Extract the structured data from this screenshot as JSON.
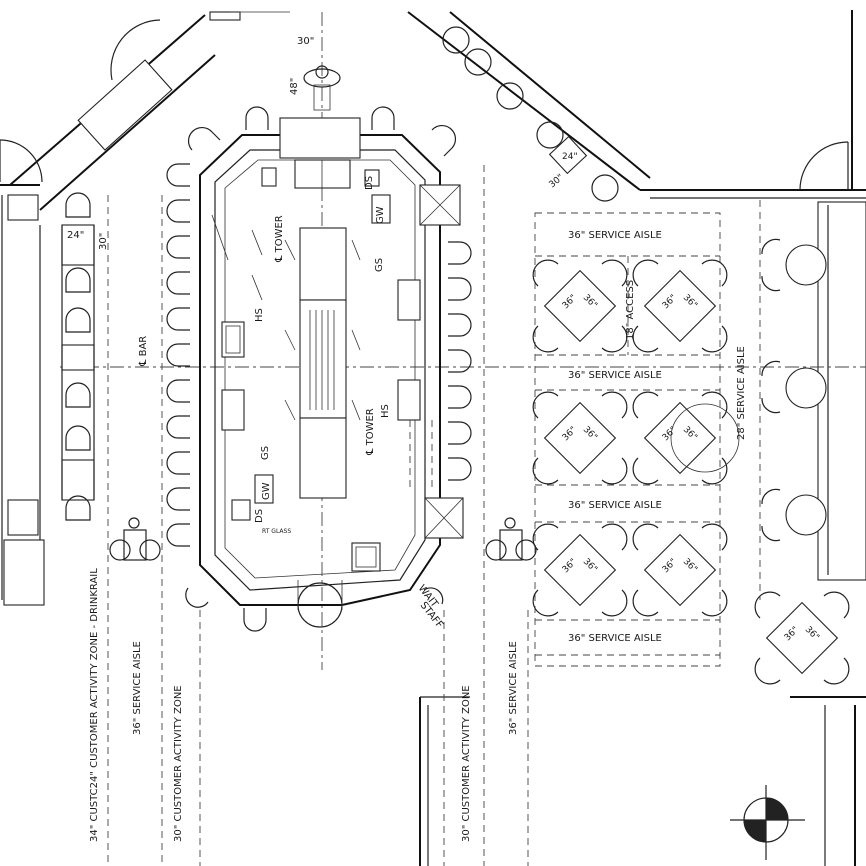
{
  "plan": {
    "bar": {
      "centerline": "℄ BAR",
      "tower_top": "℄ TOWER",
      "tower_bottom": "℄ TOWER",
      "equipment": {
        "gw": "GW",
        "gs": "GS",
        "hs": "HS",
        "ds": "DS",
        "rtg": "RT GLASS"
      },
      "dims": {
        "top_width": "30\"",
        "top_height": "48\""
      },
      "wait_staff": [
        "WAIT",
        "STAFF"
      ]
    },
    "left_rail": {
      "dim_24": "24\"",
      "dim_30": "30\""
    },
    "dining": {
      "aisles": [
        "36\" SERVICE AISLE",
        "36\" SERVICE AISLE",
        "36\" SERVICE AISLE",
        "36\" SERVICE AISLE"
      ],
      "access": "18\" ACCESS",
      "side_aisle": "28\" SERVICE AISLE",
      "table_dim": "36\"",
      "corner_dims": [
        "24\"",
        "30\""
      ]
    },
    "zones": {
      "drinkrail": "34\" CUSTC24\" CUSTOMER ACTIVITY ZONE - DRINKRAIL",
      "aisle_left": "36\" SERVICE AISLE",
      "cust_left": "30\" CUSTOMER ACTIVITY ZONE",
      "cust_right": "30\" CUSTOMER ACTIVITY ZONE",
      "aisle_right": "36\" SERVICE AISLE"
    }
  }
}
